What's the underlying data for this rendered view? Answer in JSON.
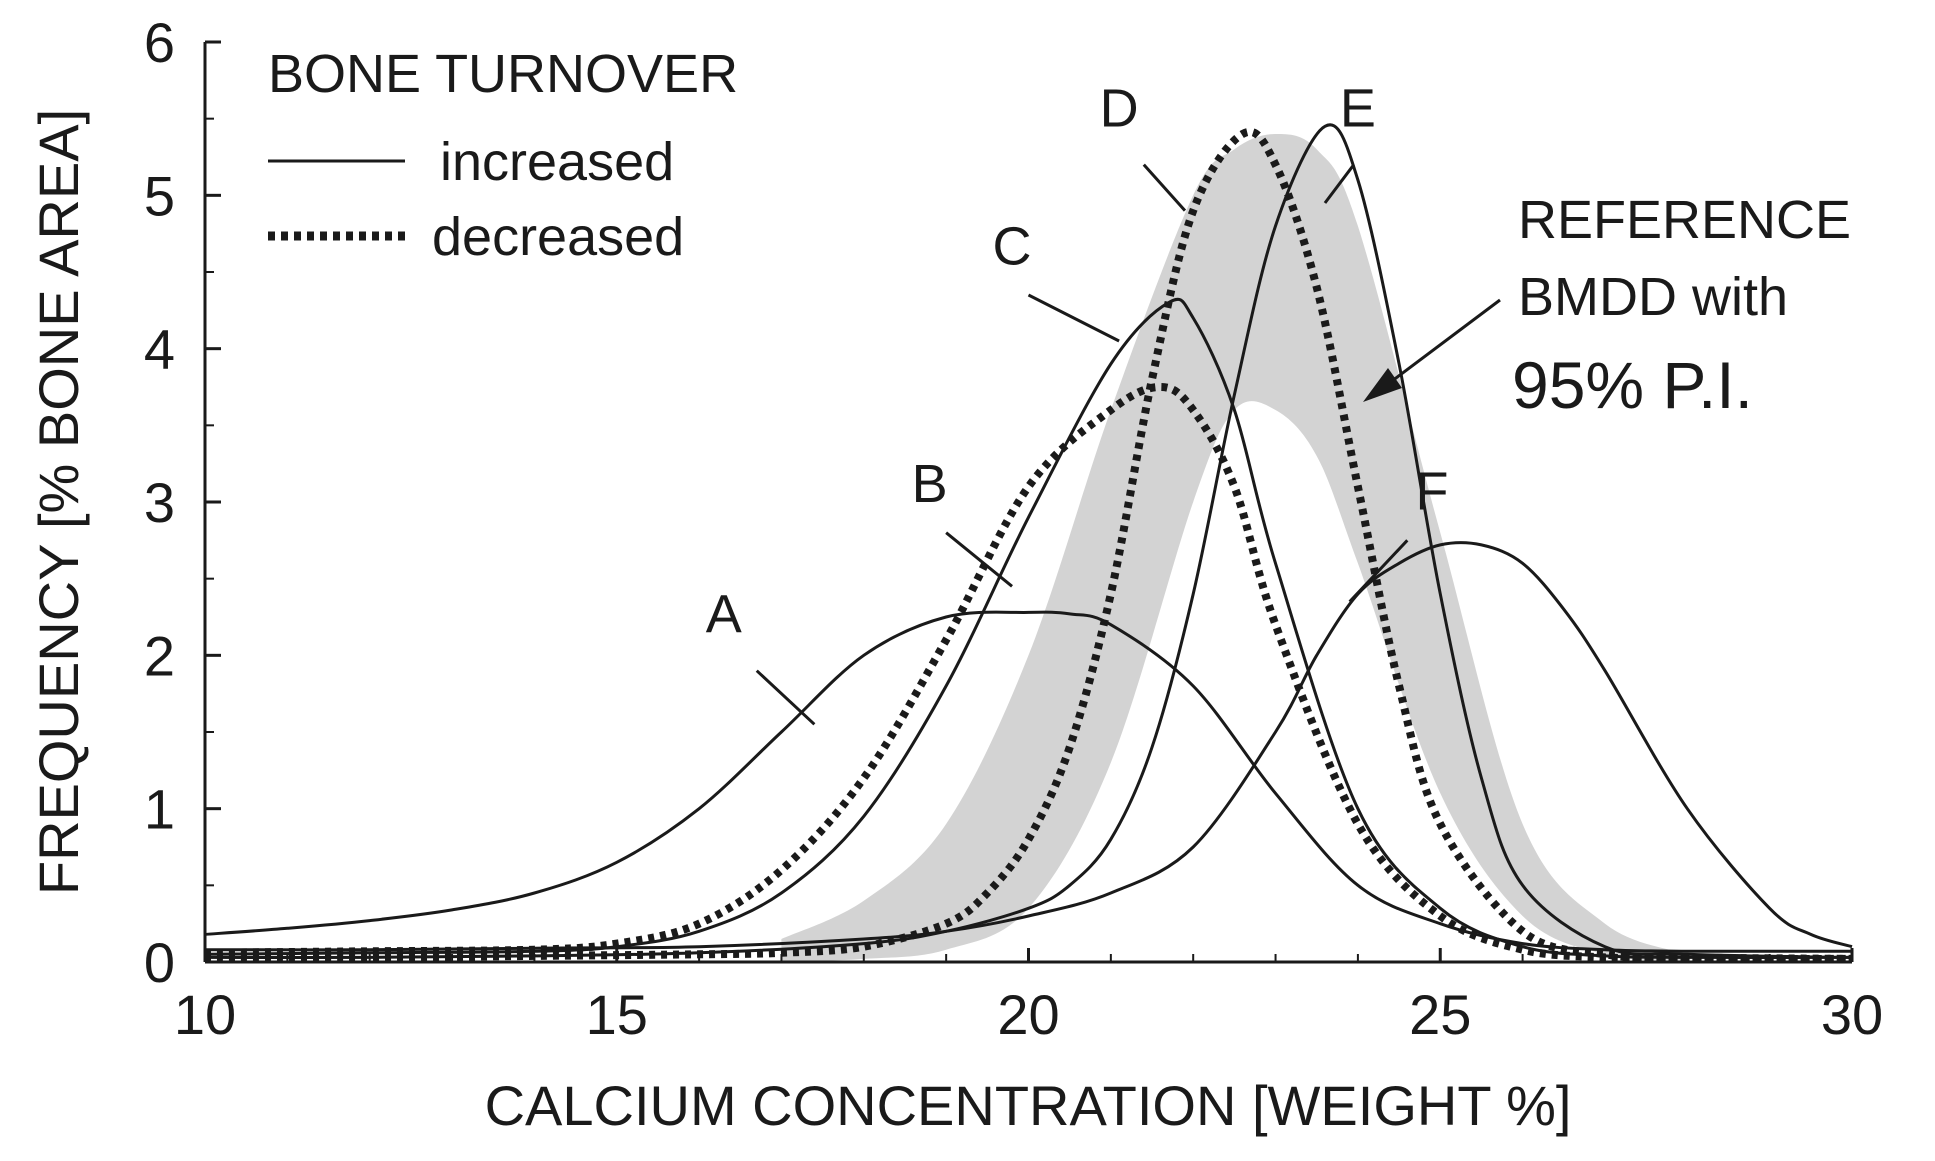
{
  "chart_data": {
    "type": "line",
    "title": "",
    "xlabel": "CALCIUM CONCENTRATION [WEIGHT %]",
    "ylabel": "FREQUENCY [% BONE AREA]",
    "xlim": [
      10,
      30
    ],
    "ylim": [
      0,
      6
    ],
    "x_ticks": [
      "10",
      "15",
      "20",
      "25",
      "30"
    ],
    "y_ticks": [
      "0",
      "1",
      "2",
      "3",
      "4",
      "5",
      "6"
    ],
    "grid": false,
    "legend": {
      "title": "BONE TURNOVER",
      "position": "top-left",
      "entries": [
        {
          "label": "increased",
          "style": "solid"
        },
        {
          "label": "decreased",
          "style": "dotted"
        }
      ]
    },
    "series": [
      {
        "label": "A",
        "style": "solid",
        "turnover": "increased",
        "x": [
          10,
          11,
          12,
          13,
          14,
          15,
          16,
          17,
          18,
          19,
          20,
          20.5,
          21,
          22,
          23,
          24,
          25,
          26,
          27,
          28,
          29,
          30
        ],
        "y": [
          0.18,
          0.22,
          0.27,
          0.34,
          0.45,
          0.65,
          1.0,
          1.5,
          2.0,
          2.25,
          2.28,
          2.27,
          2.2,
          1.8,
          1.1,
          0.5,
          0.25,
          0.12,
          0.08,
          0.07,
          0.07,
          0.07
        ]
      },
      {
        "label": "B",
        "style": "dotted",
        "turnover": "decreased",
        "x": [
          10,
          12,
          14,
          15,
          16,
          17,
          18,
          19,
          20,
          21,
          21.6,
          22,
          22.5,
          23,
          24,
          25,
          26,
          27,
          28,
          30
        ],
        "y": [
          0.06,
          0.07,
          0.08,
          0.12,
          0.25,
          0.6,
          1.2,
          2.1,
          3.1,
          3.6,
          3.75,
          3.6,
          3.1,
          2.2,
          0.9,
          0.3,
          0.08,
          0.03,
          0.02,
          0.02
        ]
      },
      {
        "label": "C",
        "style": "solid",
        "turnover": "increased",
        "x": [
          10,
          12,
          14,
          15,
          16,
          17,
          18,
          19,
          20,
          21,
          21.7,
          22,
          22.5,
          23,
          24,
          25,
          26,
          27,
          28,
          30
        ],
        "y": [
          0.05,
          0.06,
          0.07,
          0.1,
          0.2,
          0.45,
          0.95,
          1.8,
          2.9,
          3.9,
          4.3,
          4.2,
          3.6,
          2.6,
          1.0,
          0.35,
          0.1,
          0.04,
          0.03,
          0.03
        ]
      },
      {
        "label": "D",
        "style": "dotted",
        "turnover": "decreased",
        "x": [
          10,
          12,
          14,
          16,
          17,
          18,
          19,
          19.5,
          20,
          20.5,
          21,
          21.5,
          22,
          22.6,
          23,
          23.5,
          24,
          24.5,
          25,
          26,
          27,
          28,
          30
        ],
        "y": [
          0.03,
          0.03,
          0.04,
          0.05,
          0.06,
          0.1,
          0.25,
          0.45,
          0.8,
          1.4,
          2.4,
          3.8,
          4.9,
          5.4,
          5.2,
          4.4,
          3.1,
          1.8,
          0.9,
          0.2,
          0.05,
          0.03,
          0.02
        ]
      },
      {
        "label": "E",
        "style": "solid",
        "turnover": "increased",
        "x": [
          10,
          12,
          14,
          16,
          18,
          19,
          20,
          20.5,
          21,
          21.5,
          22,
          22.5,
          23,
          23.6,
          24,
          24.5,
          25,
          25.5,
          26,
          27,
          28,
          30
        ],
        "y": [
          0.03,
          0.03,
          0.04,
          0.06,
          0.12,
          0.2,
          0.35,
          0.5,
          0.8,
          1.4,
          2.4,
          3.7,
          4.8,
          5.45,
          5.1,
          3.9,
          2.4,
          1.2,
          0.5,
          0.1,
          0.05,
          0.03
        ]
      },
      {
        "label": "F",
        "style": "solid",
        "turnover": "increased",
        "x": [
          10,
          12,
          14,
          16,
          18,
          19,
          20,
          21,
          22,
          23,
          23.5,
          24,
          24.5,
          25,
          25.5,
          26,
          26.5,
          27,
          28,
          29,
          29.5,
          30
        ],
        "y": [
          0.08,
          0.08,
          0.09,
          0.1,
          0.15,
          0.2,
          0.3,
          0.45,
          0.75,
          1.5,
          2.0,
          2.4,
          2.6,
          2.72,
          2.72,
          2.6,
          2.3,
          1.9,
          1.0,
          0.35,
          0.18,
          0.1
        ]
      }
    ],
    "reference_band": {
      "label": "REFERENCE BMDD with 95% P.I.",
      "color": "#d3d3d3",
      "x": [
        17,
        18,
        19,
        20,
        21,
        22,
        22.5,
        23,
        23.5,
        24,
        25,
        26,
        27,
        28
      ],
      "upper": [
        0.15,
        0.4,
        0.9,
        2.0,
        3.6,
        5.0,
        5.3,
        5.4,
        5.3,
        4.8,
        2.8,
        0.9,
        0.25,
        0.05
      ],
      "lower": [
        0.0,
        0.02,
        0.08,
        0.35,
        1.3,
        3.0,
        3.6,
        3.6,
        3.3,
        2.6,
        1.1,
        0.3,
        0.05,
        0.0
      ]
    },
    "annotations": [
      "REFERENCE",
      "BMDD with",
      "95% P.I."
    ]
  }
}
